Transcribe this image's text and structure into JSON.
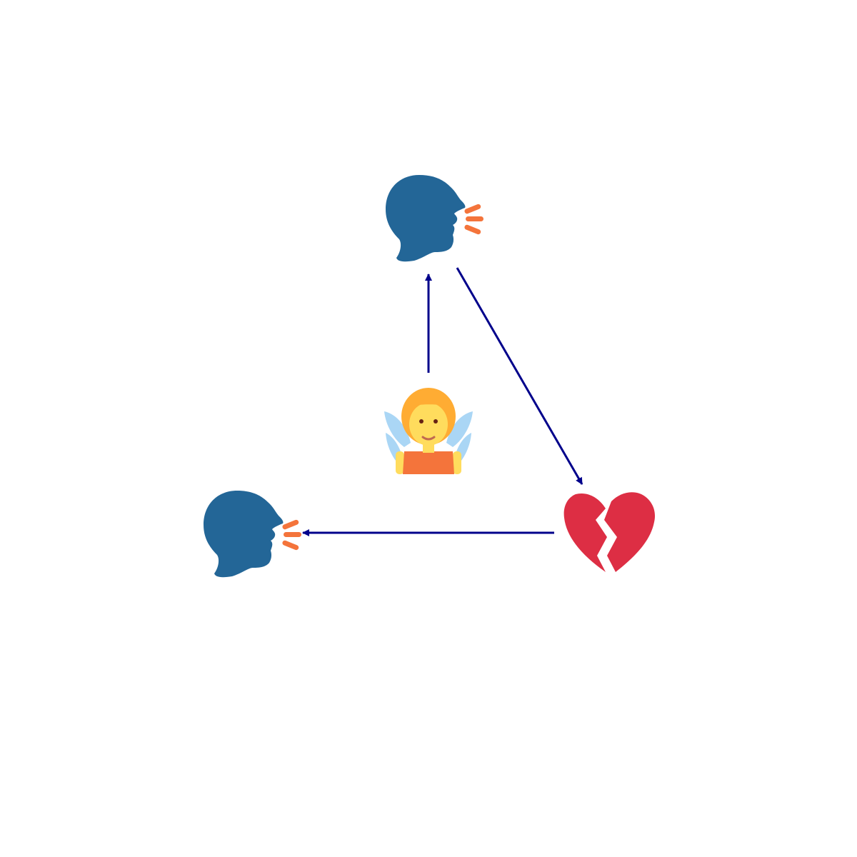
{
  "diagram": {
    "background": "#ffffff",
    "edge_color": "#00008b",
    "nodes": [
      {
        "id": "speaking-head-top",
        "icon": "speaking-head-icon",
        "colors": {
          "head": "#236697",
          "sound": "#f4743b"
        }
      },
      {
        "id": "broken-heart",
        "icon": "broken-heart-icon",
        "colors": {
          "heart": "#dd2e44"
        }
      },
      {
        "id": "speaking-head-left",
        "icon": "speaking-head-icon",
        "colors": {
          "head": "#236697",
          "sound": "#f4743b"
        }
      },
      {
        "id": "fairy",
        "icon": "fairy-icon",
        "colors": {
          "wings": "#aad6f5",
          "hair": "#ffac33",
          "skin": "#ffdc5d",
          "dress": "#f4743b"
        }
      }
    ],
    "edges": [
      {
        "from": "fairy",
        "to": "speaking-head-top"
      },
      {
        "from": "speaking-head-top",
        "to": "broken-heart"
      },
      {
        "from": "broken-heart",
        "to": "speaking-head-left"
      }
    ]
  }
}
